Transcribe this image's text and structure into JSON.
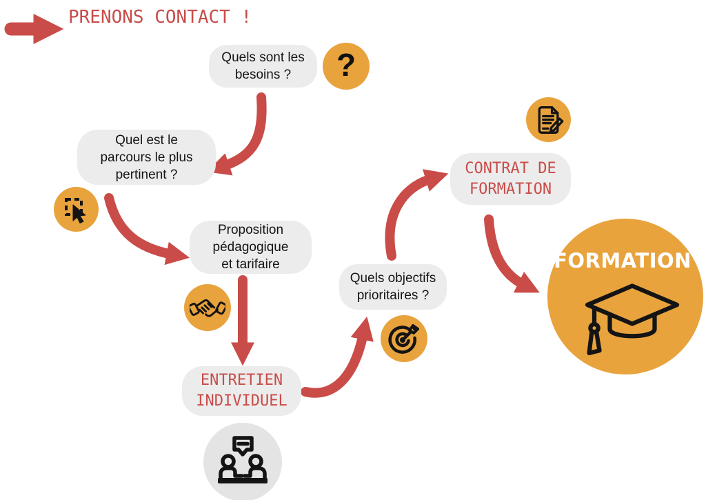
{
  "colors": {
    "orange": "#E8A33D",
    "red": "#C94C49",
    "bubble_gray": "#ECECEC",
    "circle_gray": "#E4E4E4",
    "icon_black": "#141414",
    "white": "#FFFFFF"
  },
  "intro": {
    "lines": [
      "PRENONS",
      "CONTACT !"
    ]
  },
  "nodes": {
    "besoins": {
      "lines": [
        "Quels sont les",
        "besoins ?"
      ]
    },
    "parcours": {
      "lines": [
        "Quel est le",
        "parcours le plus",
        "pertinent ?"
      ]
    },
    "proposition": {
      "lines": [
        "Proposition",
        "pédagogique",
        "et tarifaire"
      ]
    },
    "entretien": {
      "lines": [
        "ENTRETIEN",
        "INDIVIDUEL"
      ]
    },
    "objectifs": {
      "lines": [
        "Quels objectifs",
        "prioritaires ?"
      ]
    },
    "contrat": {
      "lines": [
        "CONTRAT DE",
        "FORMATION"
      ]
    },
    "formation": {
      "label": "FORMATION"
    }
  },
  "icons": {
    "question_glyph": "?",
    "question": "question-mark-icon",
    "selection": "cursor-select-icon",
    "handshake": "handshake-icon",
    "meeting": "meeting-discussion-icon",
    "target": "target-dart-icon",
    "contract": "document-sign-icon",
    "graduation": "graduation-cap-icon"
  }
}
